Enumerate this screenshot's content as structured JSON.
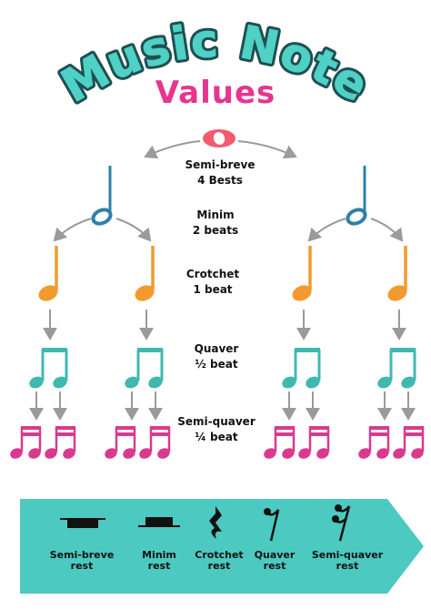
{
  "title": {
    "line1": "Music Note",
    "line2": "Values"
  },
  "levels": [
    {
      "name": "Semi-breve",
      "value": "4 Bests"
    },
    {
      "name": "Minim",
      "value": "2 beats"
    },
    {
      "name": "Crotchet",
      "value": "1 beat"
    },
    {
      "name": "Quaver",
      "value": "½ beat"
    },
    {
      "name": "Semi-quaver",
      "value": "¼ beat"
    }
  ],
  "rests": [
    {
      "line1": "Semi-breve",
      "line2": "rest",
      "icon": "semibreve-rest-icon"
    },
    {
      "line1": "Minim",
      "line2": "rest",
      "icon": "minim-rest-icon"
    },
    {
      "line1": "Crotchet",
      "line2": "rest",
      "icon": "crotchet-rest-icon"
    },
    {
      "line1": "Quaver",
      "line2": "rest",
      "icon": "quaver-rest-icon"
    },
    {
      "line1": "Semi-quaver",
      "line2": "rest",
      "icon": "semiquaver-rest-icon"
    }
  ],
  "colors": {
    "title_teal": "#4fd1c5",
    "values_pink": "#e6358f",
    "semibreve": "#f25b6e",
    "minim": "#2f7fa8",
    "crotchet": "#f29a2e",
    "quaver": "#3fb9b0",
    "semiquaver": "#d93a8e",
    "banner": "#4cc9c0",
    "arrow": "#9a9a9a"
  }
}
